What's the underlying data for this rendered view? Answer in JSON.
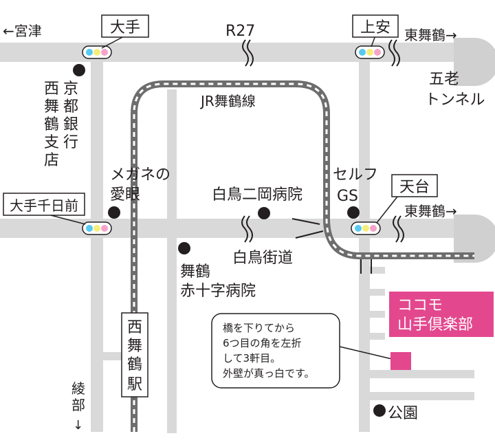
{
  "colors": {
    "road": "#d9d9d9",
    "rail_dark": "#6d6d6d",
    "text": "#231f20",
    "accent": "#e3488e",
    "signal_cyan": "#59c9ef",
    "signal_yellow": "#f6ee7a",
    "signal_pink": "#f6a3c9"
  },
  "icons": {
    "traffic_signal": "traffic-signal-icon",
    "landmark": "landmark-dot-icon",
    "destination": "destination-marker-icon"
  },
  "labels": {
    "miyazu": "←宮津",
    "route": "R27",
    "jr_line": "JR舞鶴線",
    "ayabe": [
      "綾",
      "部",
      "↓"
    ],
    "higashi_maizuru_top": "東舞鶴→",
    "higashi_maizuru_mid": "東舞鶴→",
    "tunnel": [
      "五老",
      "トンネル"
    ],
    "shiratori_road": "白鳥街道"
  },
  "intersections": {
    "ote": "大手",
    "kamiyasu": "上安",
    "ote_senbi_mae": "大手千日前",
    "tendai": "天台"
  },
  "station": [
    "西",
    "舞",
    "鶴",
    "駅"
  ],
  "landmarks": {
    "bank": [
      "京",
      "都",
      "銀",
      "行",
      "西",
      "舞",
      "鶴",
      "支",
      "店"
    ],
    "megane": [
      "メガネの",
      "愛眼"
    ],
    "hospital": "白鳥二岡病院",
    "self_gs": [
      "セルフ",
      "GS"
    ],
    "red_cross": [
      "舞鶴",
      "赤十字病院"
    ],
    "park": "公園"
  },
  "destination": {
    "name": [
      "ココモ",
      "山手倶楽部"
    ]
  },
  "note": [
    "橋を下りてから",
    "6つ目の角を左折",
    "して3軒目。",
    "外壁が真っ白です。"
  ]
}
